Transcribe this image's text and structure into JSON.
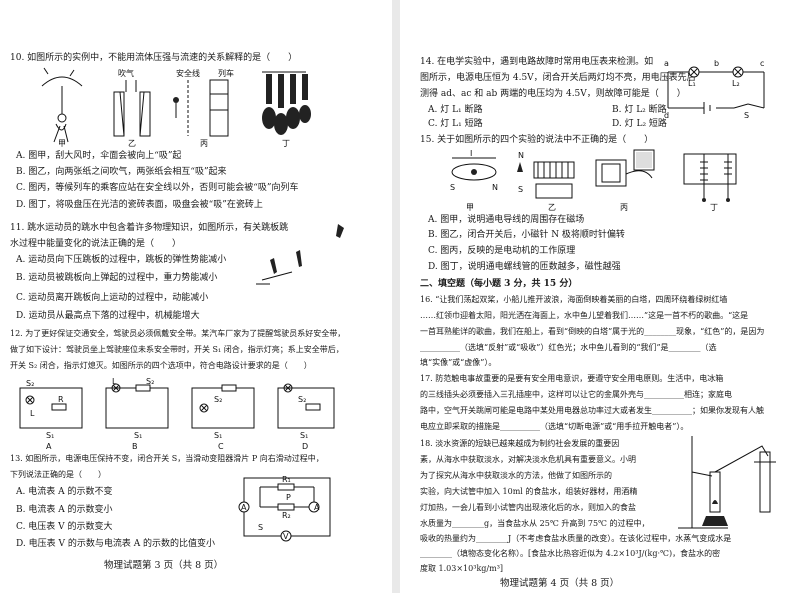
{
  "left_page": {
    "q10": {
      "stem": "10. 如图所示的实例中，不能用流体压强与流速的关系解释的是（　　）",
      "fig_labels": [
        "吹气",
        "安全线",
        "列车",
        "甲",
        "乙",
        "丙",
        "丁"
      ],
      "options": [
        "A. 图甲，刮大风时，伞面会被向上“吸”起",
        "B. 图乙，向两张纸之间吹气，两张纸会相互“吸”起来",
        "C. 图丙，等候列车的乘客应站在安全线以外，否则可能会被“吸”向列车",
        "D. 图丁，将吸盘压在光洁的瓷砖表面，吸盘会被“吸”在瓷砖上"
      ]
    },
    "q11": {
      "stem": [
        "11. 跳水运动员的跳水中包含着许多物理知识，如图所示，有关跳板跳",
        "水过程中能量变化的说法正确的是（　　）"
      ],
      "options": [
        "A. 运动员向下压跳板的过程中，跳板的弹性势能减小",
        "B. 运动员被跳板向上弹起的过程中，重力势能减小",
        "C. 运动员离开跳板向上运动的过程中，动能减小",
        "D. 运动员从最高点下落的过程中，机械能增大"
      ]
    },
    "q12": {
      "stem": [
        "12. 为了更好保证交通安全，驾驶员必须佩戴安全带。某汽车厂家为了提醒驾驶员系好安全带，",
        "做了如下设计：驾驶员坐上驾驶座位未系安全带时，开关 S₁ 闭合，指示灯亮；系上安全带后，",
        "开关 S₂ 闭合，指示灯熄灭。如图所示的四个选项中，符合电路设计要求的是（　　）"
      ],
      "circuit_labels": [
        "A",
        "B",
        "C",
        "D"
      ],
      "component_labels": [
        "S₂",
        "L",
        "R",
        "S₁"
      ]
    },
    "q13": {
      "stem": [
        "13. 如图所示，电源电压保持不变，闭合开关 S，当滑动变阻器滑片 P 向右滑动过程中，",
        "下列说法正确的是（　　）"
      ],
      "fig_labels": [
        "R₁",
        "P",
        "R₂",
        "A",
        "V",
        "S"
      ],
      "options": [
        "A. 电流表 A 的示数不变",
        "B. 电流表 A 的示数变小",
        "C. 电压表 V 的示数变大",
        "D. 电压表 V 的示数与电流表 A 的示数的比值变小"
      ]
    },
    "footer": "物理试题第 3 页（共 8 页）"
  },
  "right_page": {
    "q14": {
      "stem": [
        "14. 在电学实验中，遇到电路故障时常用电压表来检测。如",
        "图所示，电源电压恒为 4.5V，闭合开关后两灯均不亮，用电压表先后",
        "测得 ad、ac 和 ab 两端的电压均为 4.5V，则故障可能是（　　）"
      ],
      "options": [
        "A. 灯 L₁ 断路",
        "B. 灯 L₂ 断路",
        "C. 灯 L₁ 短路",
        "D. 灯 L₂ 短路"
      ],
      "fig_labels": [
        "a",
        "b",
        "c",
        "d",
        "L₁",
        "L₂",
        "S"
      ]
    },
    "q15": {
      "stem": "15. 关于如图所示的四个实验的说法中不正确的是（　　）",
      "fig_labels": [
        "甲",
        "乙",
        "丙",
        "丁",
        "S",
        "N",
        "I"
      ],
      "options": [
        "A. 图甲，说明通电导线的周围存在磁场",
        "B. 图乙，闭合开关后，小磁针 N 极将顺时针偏转",
        "C. 图丙，反映的是电动机的工作原理",
        "D. 图丁，说明通电螺线管的匝数越多，磁性越强"
      ]
    },
    "section2": "二、填空题（每小题 3 分，共 15 分）",
    "q16": {
      "lines": [
        "16. “让我们荡起双桨，小船儿推开波浪，海面倒映着美丽的白塔，四周环绕着绿树红墙",
        "……红领巾迎着太阳，阳光洒在海面上，水中鱼儿望着我们……”这是一首不朽的歌曲。“这是",
        "一首耳熟能详的歌曲，我们在船上，看到“倒映的白塔”属于光的________现象，“红色”的，是因为",
        "__________（选填“反射”或“吸收”）红色光；水中鱼儿看到的“我们”是________（选",
        "填“实像”或“虚像”）。"
      ]
    },
    "q17": {
      "lines": [
        "17. 防范触电事故重要的是要有安全用电意识，要遵守安全用电原则。生活中，电冰箱",
        "的三线插头必须要插入三孔插座中，这样可以让它的金属外壳与__________相连；家庭电",
        "路中，空气开关跳闸可能是电路中某处用电器总功率过大或者发生__________；如果你发现有人触",
        "电应立即采取的措施是__________（选填“切断电源”或“用手拉开触电者”）。"
      ]
    },
    "q18": {
      "lines": [
        "18. 淡水资源的短缺已越来越成为制约社会发展的重要因",
        "素，从海水中获取淡水，对解决淡水危机具有重要意义。小明",
        "为了探究从海水中获取淡水的方法，他做了如图所示的",
        "实验，向大试管中加入 10ml 的食盐水，组装好器材，用酒精",
        "灯加热，一会儿看到小试管内出现液化后的水，则加入的食盐",
        "水质量为________g，当食盐水从 25℃ 升高到 75℃ 的过程中，",
        "吸收的热量约为________J（不考虑食盐水质量的改变）。在该化过程中，水蒸气变成水是",
        "________（填物态变化名称）。[食盐水比热容近似为 4.2×10³J/(kg·℃)，食盐水的密",
        "度取 1.03×10³kg/m³]"
      ]
    },
    "footer": "物理试题第 4 页（共 8 页）"
  }
}
